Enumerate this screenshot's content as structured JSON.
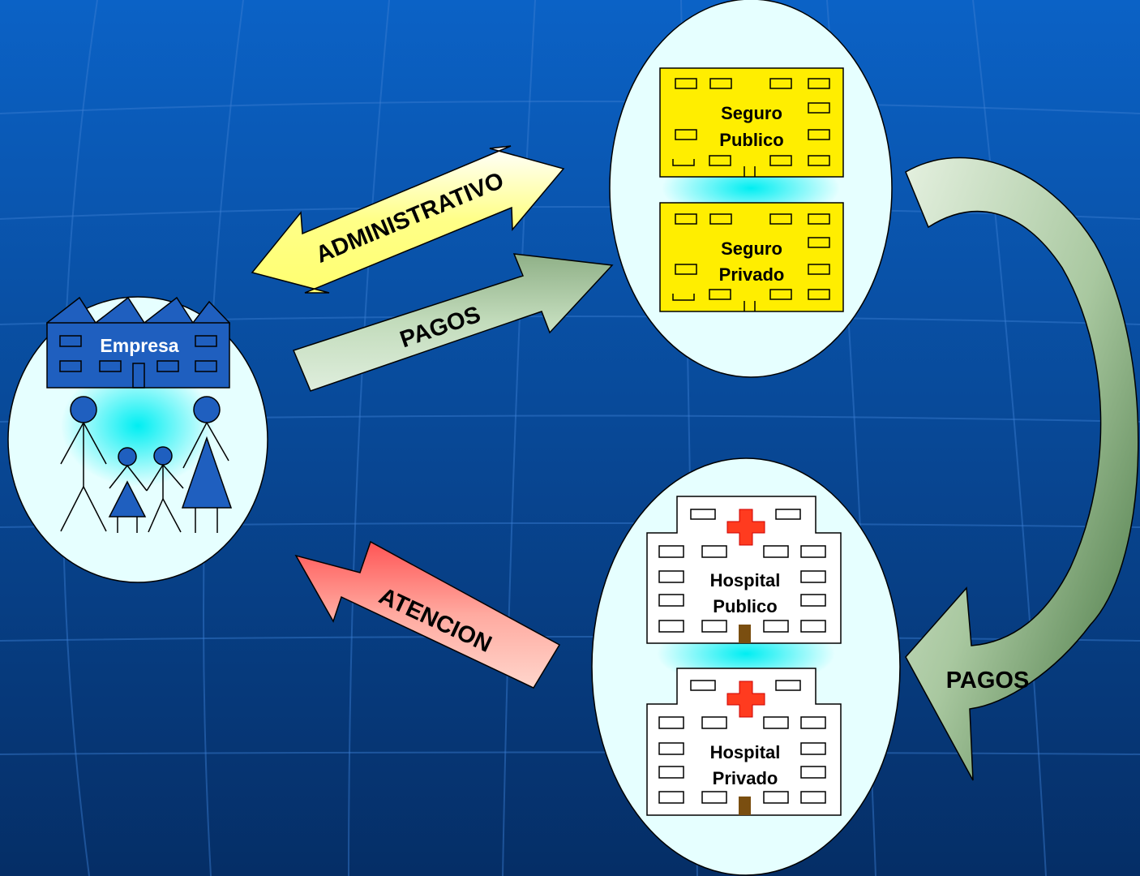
{
  "company": {
    "label": "Empresa"
  },
  "insurers": [
    {
      "line1": "Seguro",
      "line2": "Publico"
    },
    {
      "line1": "Seguro",
      "line2": "Privado"
    }
  ],
  "hospitals": [
    {
      "line1": "Hospital",
      "line2": "Publico"
    },
    {
      "line1": "Hospital",
      "line2": "Privado"
    }
  ],
  "flows": {
    "administrative": "ADMINISTRATIVO",
    "payments_company": "PAGOS",
    "payments_insurer": "PAGOS",
    "care": "ATENCION"
  },
  "colors": {
    "background_top": "#0a5ec2",
    "background_bottom": "#052f6a",
    "bubble": "#e0ffff",
    "insurer_building": "#ffee00",
    "company_building": "#1f5fbf",
    "cross": "#ff3b1f",
    "admin_arrow": "#ffff99",
    "payment_arrow": "#4e7d48",
    "care_arrow": "#ff6f6f"
  }
}
